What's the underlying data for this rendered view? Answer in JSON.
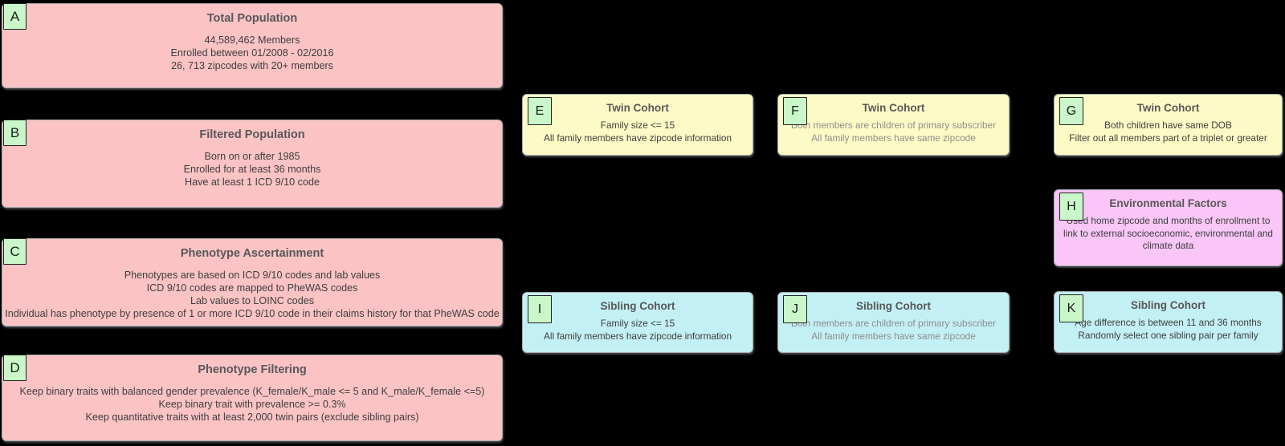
{
  "colors": {
    "canvas_bg": "#000000",
    "population_fill": "#fbc3c3",
    "twin_fill": "#fdfbc5",
    "sibling_fill": "#c3f0f4",
    "environment_fill": "#f9c6f7",
    "label_fill": "#c9f7c9",
    "label_border": "#222222",
    "box_border": "#a6abb0",
    "title_color": "#585858",
    "body_color": "#3e3e3e",
    "muted_body_color": "#8d8d8d"
  },
  "diagram": {
    "nodes": [
      {
        "label": "A",
        "title": "Total Population",
        "body": [
          "44,589,462 Members",
          "Enrolled between 01/2008 - 02/2016",
          "26, 713 zipcodes with 20+ members"
        ]
      },
      {
        "label": "B",
        "title": "Filtered Population",
        "body": [
          "Born on or after 1985",
          "Enrolled for at least 36 months",
          "Have at least 1 ICD 9/10 code"
        ]
      },
      {
        "label": "C",
        "title": "Phenotype Ascertainment",
        "body": [
          "Phenotypes are based on ICD 9/10 codes and lab values",
          "ICD 9/10 codes are mapped to PheWAS codes",
          "Lab values to LOINC codes",
          "Individual has phenotype by presence of 1 or more ICD 9/10 code in their claims history for that PheWAS code"
        ]
      },
      {
        "label": "D",
        "title": "Phenotype Filtering",
        "body": [
          "Keep binary traits with balanced gender prevalence (K_female/K_male <= 5 and K_male/K_female <=5)",
          "Keep binary trait with prevalence >= 0.3%",
          "Keep quantitative traits with at least 2,000 twin pairs (exclude sibling pairs)"
        ]
      },
      {
        "label": "E",
        "title": "Twin Cohort",
        "body": [
          "Family size <= 15",
          "All family members have zipcode information"
        ]
      },
      {
        "label": "F",
        "title": "Twin Cohort",
        "body": [
          "Both members are children of primary subscriber",
          "All family members have same zipcode"
        ]
      },
      {
        "label": "G",
        "title": "Twin Cohort",
        "body": [
          "Both children have same DOB",
          "Filter out all members part of a triplet or greater"
        ]
      },
      {
        "label": "H",
        "title": "Environmental Factors",
        "body": [
          "Used home zipcode and months of enrollment to link to external socioeconomic, environmental and climate data"
        ]
      },
      {
        "label": "I",
        "title": "Sibling Cohort",
        "body": [
          "Family size <= 15",
          "All family members have zipcode information"
        ]
      },
      {
        "label": "J",
        "title": "Sibling Cohort",
        "body": [
          "Both members are children of primary subscriber",
          "All family members have same zipcode"
        ]
      },
      {
        "label": "K",
        "title": "Sibling Cohort",
        "body": [
          "Age difference is between 11 and 36 months",
          "Randomly select one sibling pair per family"
        ]
      }
    ]
  }
}
